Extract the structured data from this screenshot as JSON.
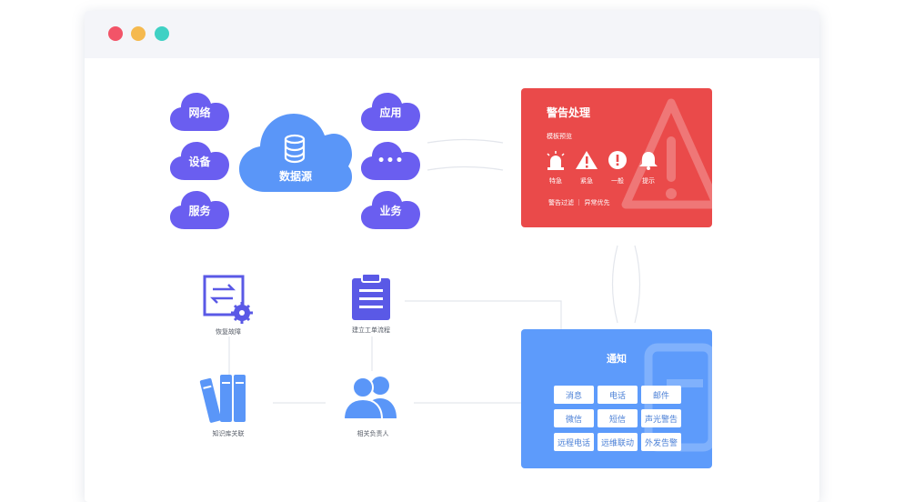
{
  "left_clouds": [
    "网络",
    "设备",
    "服务"
  ],
  "center_cloud": "数据源",
  "right_clouds": [
    "应用",
    "•••",
    "业务"
  ],
  "alert": {
    "title": "警告处理",
    "subtitle": "模板预览",
    "levels": [
      "特急",
      "紧急",
      "一般",
      "提示"
    ],
    "footer": "警告过滤 ｜ 异常优先"
  },
  "workflow": {
    "recover": "恢复故障",
    "ticket": "建立工单流程",
    "knowledge": "知识库关联",
    "owner": "相关负责人"
  },
  "notify": {
    "title": "通知",
    "channels": [
      "消息",
      "电话",
      "邮件",
      "微信",
      "短信",
      "声光警告",
      "远程电话",
      "远维联动",
      "外发告警"
    ]
  },
  "colors": {
    "alert": "#ea4a4a",
    "notify": "#5d9bfb",
    "cloud_purple": "#6a5ef0",
    "cloud_blue": "#5a96f8"
  }
}
